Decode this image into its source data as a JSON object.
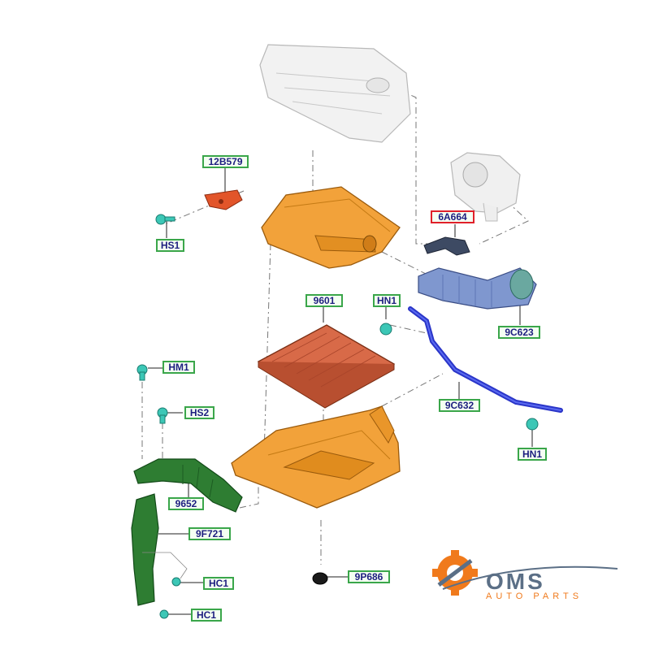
{
  "parts": {
    "p12B579": "12B579",
    "pHS1": "HS1",
    "p6A664": "6A664",
    "p9601": "9601",
    "pHN1_top": "HN1",
    "p9C623": "9C623",
    "pHM1": "HM1",
    "pHS2": "HS2",
    "p9C632": "9C632",
    "pHN1_bottom": "HN1",
    "p9652": "9652",
    "p9F721": "9F721",
    "pHC1_a": "HC1",
    "pHC1_b": "HC1",
    "p9P686": "9P686"
  },
  "highlighted_part": "6A664",
  "logo": {
    "name": "OMS",
    "tagline": "AUTO PARTS"
  },
  "colors": {
    "label_border": "#3aa64a",
    "highlight_border": "#e0202a",
    "label_text": "#1d1d80",
    "part_orange": "#f2a23a",
    "part_blue": "#7f97cf",
    "pipe_blue": "#2a35c8",
    "part_green": "#2e7d32",
    "fastener_teal": "#3cc7b6",
    "logo_gray": "#5b6f86",
    "logo_orange": "#f07a1c"
  }
}
